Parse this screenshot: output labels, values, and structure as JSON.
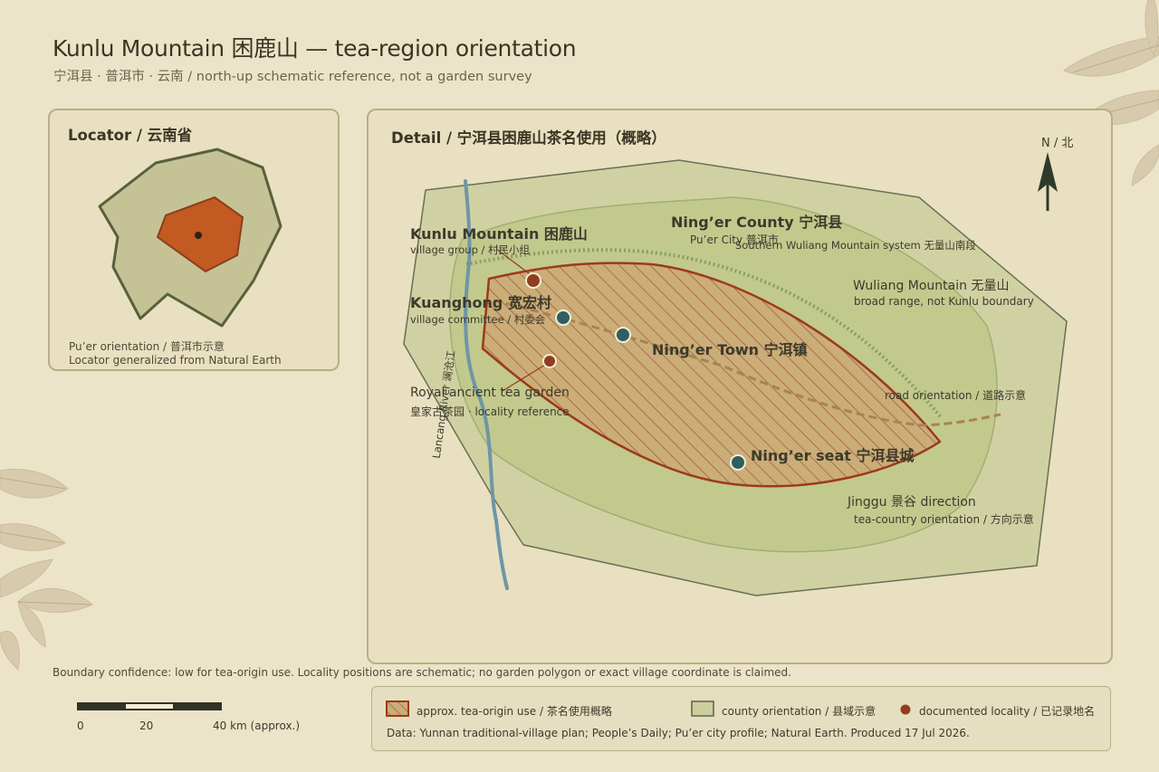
{
  "title": "Kunlu Mountain 困鹿山 — tea-region orientation",
  "subtitle": "宁洱县 · 普洱市 · 云南 / north-up schematic reference, not a garden survey",
  "locator": {
    "title": "Locator / 云南省",
    "note1": "Pu’er orientation / 普洱市示意",
    "note2": "Locator generalized from Natural Earth"
  },
  "detail": {
    "title": "Detail / 宁洱县困鹿山茶名使用（概略）",
    "north": "N / 北",
    "labels": {
      "kunlu_name": "Kunlu Mountain 困鹿山",
      "kunlu_sub": "village group / 村民小组",
      "kuanghong_name": "Kuanghong 宽宏村",
      "kuanghong_sub": "village committee / 村委会",
      "royal_name": "Royal ancient tea garden",
      "royal_sub": "皇家古茶园 · locality reference",
      "county_name": "Ning’er County 宁洱县",
      "county_sub": "Pu’er City 普洱市",
      "wuliang_system": "Southern Wuliang Mountain system 无量山南段",
      "wuliang_name": "Wuliang Mountain 无量山",
      "wuliang_sub": "broad range, not Kunlu boundary",
      "town": "Ning’er Town 宁洱镇",
      "road": "road orientation / 道路示意",
      "seat": "Ning’er seat 宁洱县城",
      "jinggu_name": "Jinggu 景谷 direction",
      "jinggu_sub": "tea-country orientation / 方向示意",
      "river": "Lancang River 澜沧江"
    }
  },
  "confidence_note": "Boundary confidence: low for tea-origin use. Locality positions are schematic; no garden polygon or exact village coordinate is claimed.",
  "scale": {
    "labels": [
      "0",
      "20",
      "40 km (approx.)"
    ]
  },
  "legend": {
    "tea_use": "approx. tea-origin use / 茶名使用概略",
    "county": "county orientation / 县域示意",
    "locality": "documented locality / 已记录地名",
    "source": "Data: Yunnan traditional-village plan; People’s Daily; Pu’er city profile; Natural Earth. Produced 17 Jul 2026."
  },
  "colors": {
    "background": "#ece4c9",
    "tea_use_fill": "#c9a974",
    "tea_use_stroke": "#9c3a1c",
    "county_fill": "#c7c98f",
    "locator_region": "#c25a22",
    "locality_dot": "#8f3f1f",
    "town_dot": "#2f5f60",
    "river": "#6f96a6",
    "range_line": "#7f9a5a",
    "road_line": "#a78352"
  }
}
